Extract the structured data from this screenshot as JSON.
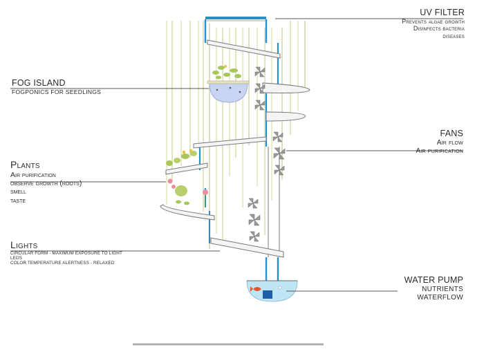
{
  "colors": {
    "pipe_blue": "#2a8fc7",
    "leader_line": "#555555",
    "rod_yellow": "#e4e2b8",
    "fog_bubble": "#c9d3f2",
    "water": "#bfe6f5",
    "fish": "#e8582c",
    "flower": "#e98fa0",
    "leaf": "#a8c65a",
    "fan_blade": "#9a9a9a"
  },
  "callouts": {
    "uv_filter": {
      "title": "UV FILTER",
      "lines": [
        "Prevents algae growth",
        "Disinfects bacteria",
        "diseases"
      ]
    },
    "fog_island": {
      "title": "FOG ISLAND",
      "lines": [
        "FOGPONICS FOR SEEDLINGS"
      ]
    },
    "fans": {
      "title": "FANS",
      "lines": [
        "Air flow",
        "Air purification"
      ]
    },
    "plants": {
      "title": "Plants",
      "lines": [
        "Air purification",
        "observe growth (roots)",
        "smell",
        "taste"
      ]
    },
    "lights": {
      "title": "Lights",
      "lines": [
        "CIRCULAR FORM - MAXIMUM EXPOSURE TO LIGHT",
        "LEDS",
        "COLOR TEMPERATURE  ALERTNESS - RELAXED"
      ]
    },
    "water_pump": {
      "title": "WATER PUMP",
      "lines": [
        "NUTRIENTS",
        "WATERFLOW"
      ]
    }
  }
}
